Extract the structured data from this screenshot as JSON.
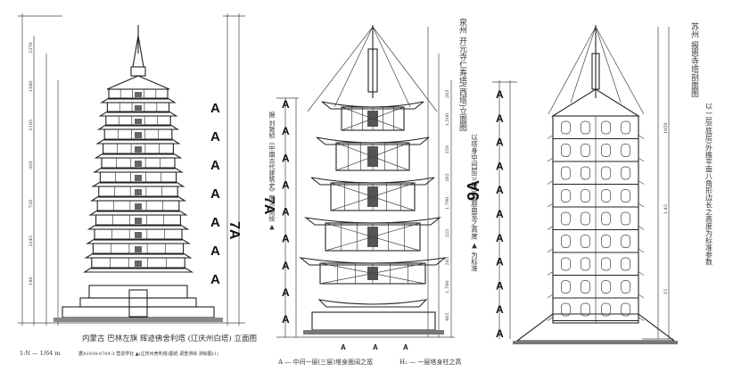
{
  "panels": [
    {
      "id": "left",
      "caption": "内蒙古 巴林左旗 辉迹佛舍利塔 (辽庆州白塔) 立面图",
      "scale_label": "1:N — 1/64 m",
      "grade_mark": "7A",
      "height_marks": [
        "A",
        "A",
        "A",
        "A",
        "A",
        "A",
        "A"
      ],
      "dimension_labels": [
        "2370",
        "1180",
        "2195",
        "320",
        "720",
        "2245",
        "140"
      ],
      "bottom_note": "据A1939-0704-3 营造学社 ▲(辽庆州舍利塔)图纸 调查测绘 测绘图(1)"
    },
    {
      "id": "middle",
      "side_title": "泉州 开元寺仁寿塔(西塔)立面图",
      "side_note": "以塔身中间层(三层)与廊面宽之高度 ▲ 为标准",
      "left_note": "据 刘敦桢《中国古代建筑史》图示 测绘 ▲",
      "grade_mark": "7A",
      "height_marks": [
        "A",
        "A",
        "A",
        "A",
        "A",
        "A",
        "A",
        "A",
        "A"
      ],
      "legend_a": "A — 中间一层(三层)塔身面阔之宽",
      "legend_h": "H₁ — 一层塔身柱之高",
      "dimension_labels": [
        "265",
        "1,500",
        "150",
        "265",
        "1,790",
        "225",
        "265",
        "1,700",
        "465"
      ],
      "bottom_marks": [
        "A",
        "A",
        "A"
      ]
    },
    {
      "id": "right",
      "side_title": "苏州 报恩寺塔剖面图",
      "side_note": "以一层(底层)外檐平面八角形边长之高度为标准参数",
      "grade_mark": "9A",
      "height_marks": [
        "A",
        "A",
        "A",
        "A",
        "A",
        "A",
        "A",
        "A",
        "A",
        "A",
        "A"
      ],
      "dimension_labels": [
        "1950",
        "1.45",
        "15"
      ]
    }
  ]
}
